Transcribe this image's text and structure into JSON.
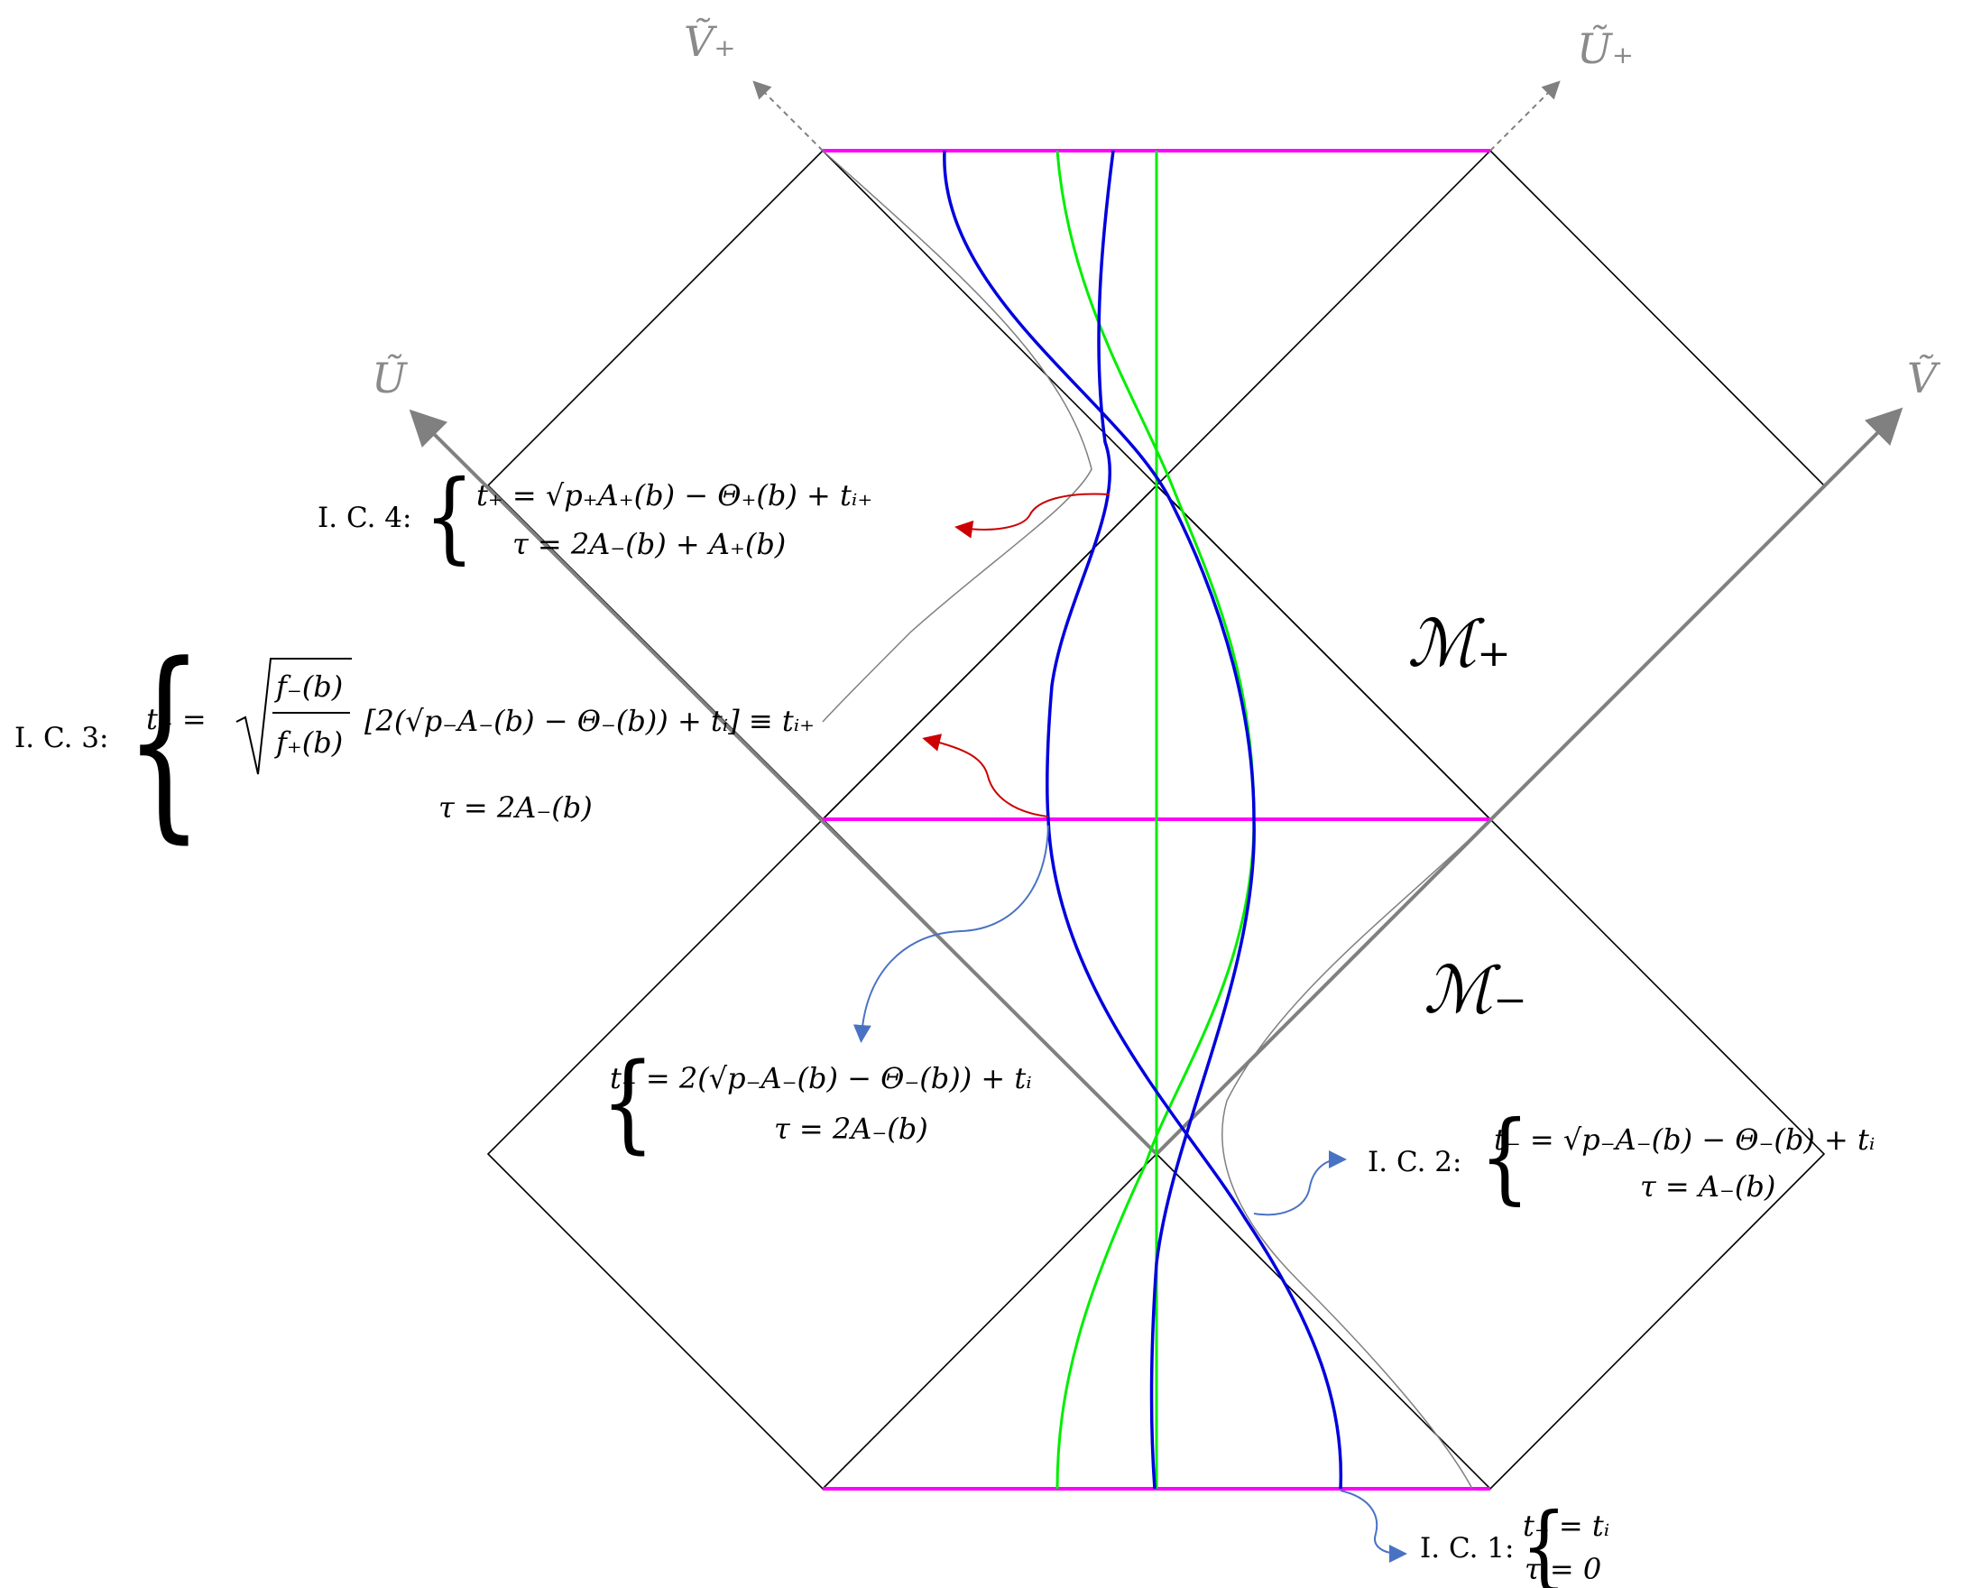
{
  "axes": {
    "u_tilde": "Ũ",
    "v_tilde": "Ṽ",
    "v_plus": "Ṽ₊",
    "u_plus": "Ũ₊"
  },
  "regions": {
    "m_plus": "ℳ₊",
    "m_minus": "ℳ₋"
  },
  "conditions": {
    "ic1": {
      "label": "I. C. 1:",
      "line1": "t₋ = tᵢ",
      "line2": "τ = 0"
    },
    "ic2": {
      "label": "I. C. 2:",
      "line1": "t₋ = √p₋A₋(b) − Θ₋(b) + tᵢ",
      "line2": "τ = A₋(b)"
    },
    "ic3": {
      "label": "I. C. 3:",
      "line1_lhs": "t₊ =",
      "frac_num": "f₋(b)",
      "frac_den": "f₊(b)",
      "line1_rhs": "[2(√p₋A₋(b) − Θ₋(b)) + tᵢ] ≡ tᵢ₊",
      "line2": "τ = 2A₋(b)"
    },
    "ic4": {
      "label": "I. C. 4:",
      "line1": "t₊ = √p₊A₊(b) − Θ₊(b) + tᵢ₊",
      "line2": "τ = 2A₋(b) + A₊(b)"
    },
    "mid": {
      "line1": "t₋ = 2(√p₋A₋(b) − Θ₋(b)) + tᵢ",
      "line2": "τ = 2A₋(b)"
    }
  },
  "colors": {
    "frame": "#000000",
    "axis": "#808080",
    "horizon": "#ff00ff",
    "green": "#00ee00",
    "blue": "#0000dd",
    "red_arrow": "#cc0000",
    "blue_arrow": "#4a72c4",
    "thin": "#808080"
  }
}
